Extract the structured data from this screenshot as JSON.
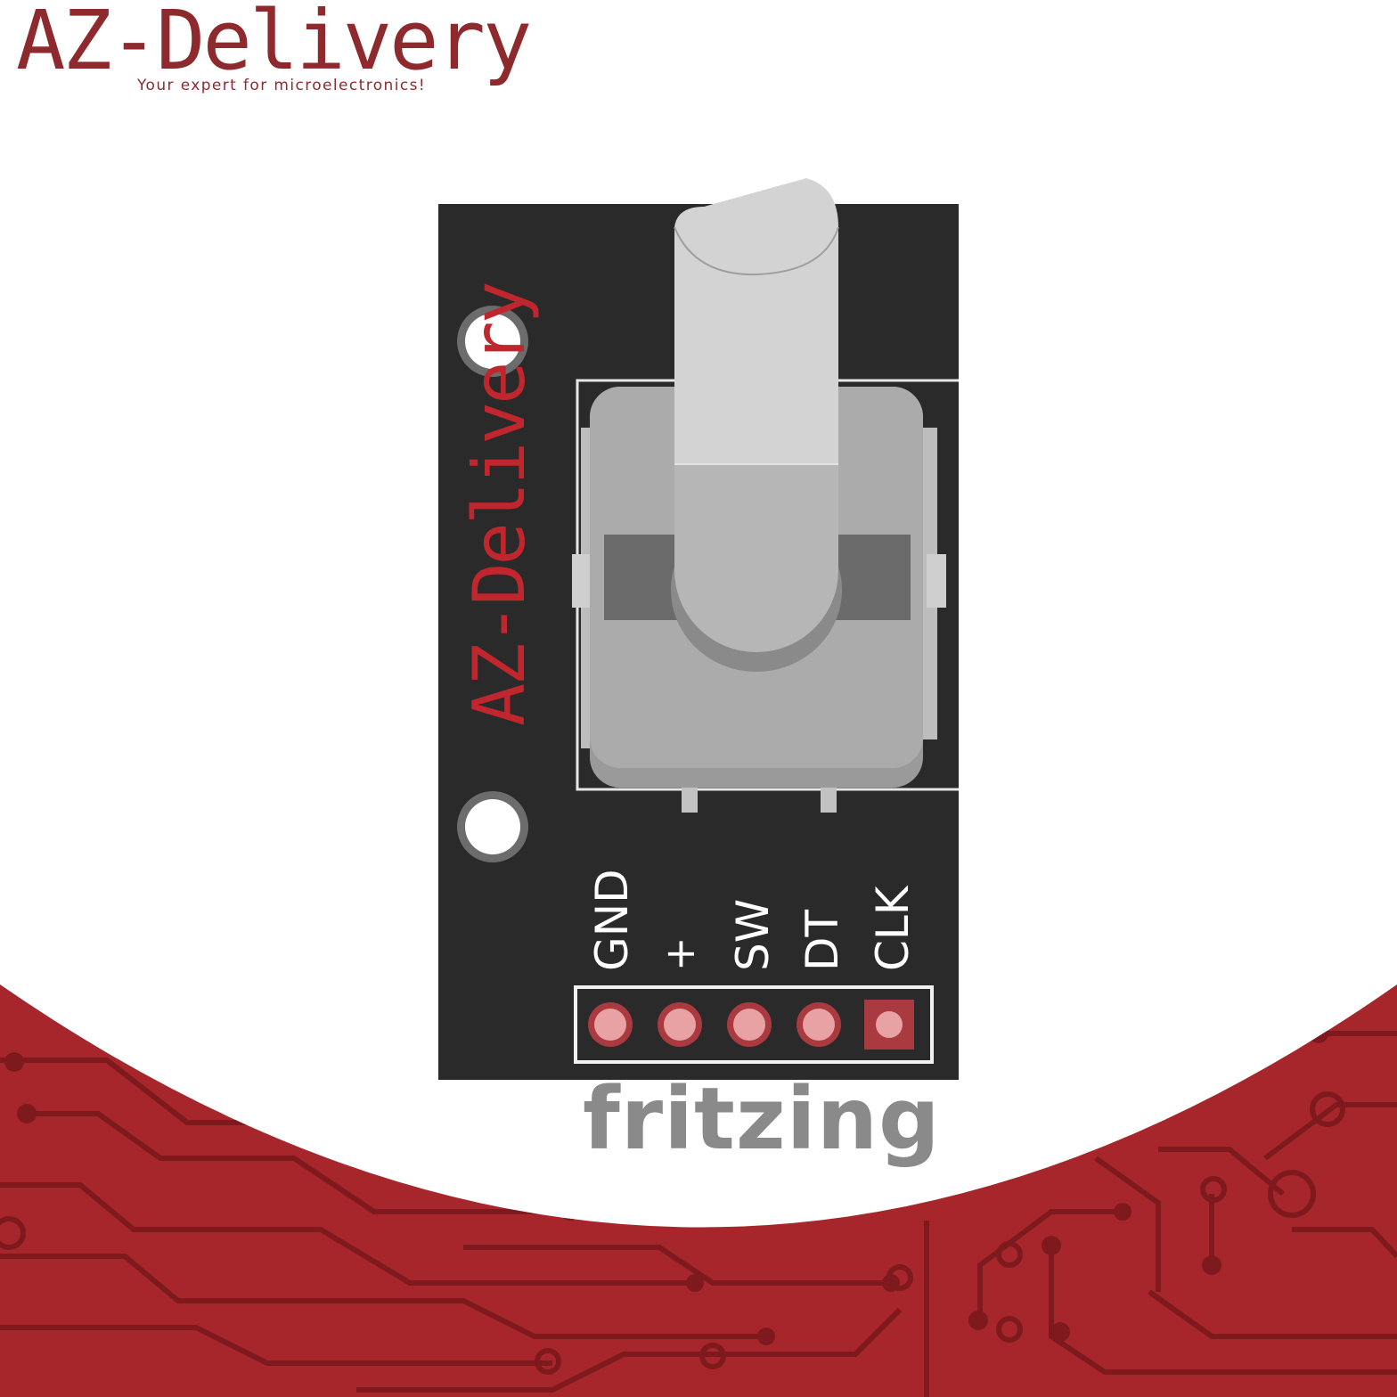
{
  "brand": {
    "name": "AZ-Delivery",
    "tagline": "Your expert for microelectronics!",
    "color": "#8e2a2e"
  },
  "module": {
    "pcb_logo": "AZ-Delivery",
    "pin_labels": [
      "GND",
      "+",
      "SW",
      "DT",
      "CLK"
    ],
    "board_color": "#2a2a2a",
    "knob_color": "#c8c8c8",
    "pad_color": "#e8a2a4",
    "silk_logo_color": "#c0262d"
  },
  "footer": {
    "tool_logo": "fritzing",
    "band_color": "#a6262b"
  },
  "icons": [
    "mounting-hole-icon",
    "rotary-encoder-icon",
    "circuit-trace-icon"
  ]
}
